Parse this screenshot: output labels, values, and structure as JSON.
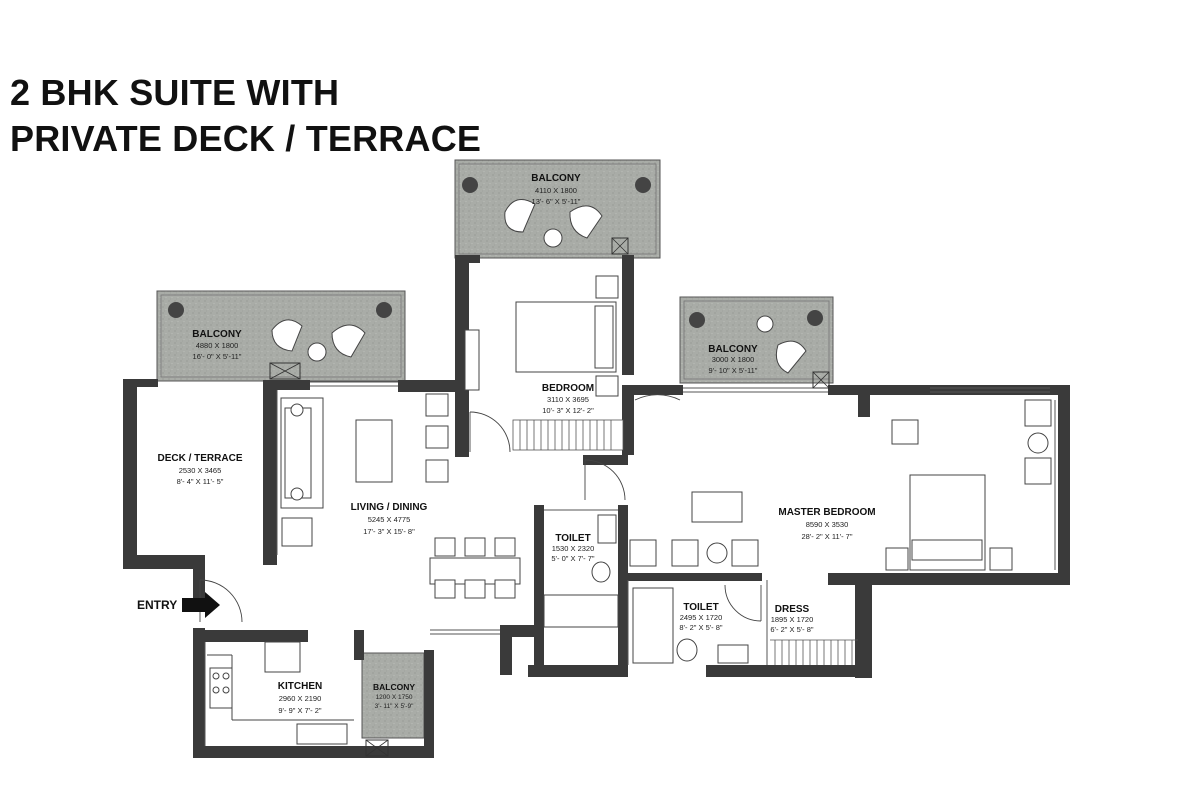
{
  "title": {
    "line1": "2 BHK SUITE WITH",
    "line2": "PRIVATE DECK / TERRACE"
  },
  "colors": {
    "wall": "#3a3a3a",
    "balcony_fill": "#a8aba6",
    "furniture_stroke": "#444444",
    "background": "#ffffff"
  },
  "rooms": {
    "balcony_top": {
      "name": "BALCONY",
      "mm": "4110 X 1800",
      "ft": "13'- 6\" X 5'-11\""
    },
    "balcony_left": {
      "name": "BALCONY",
      "mm": "4880 X 1800",
      "ft": "16'- 0\" X 5'-11\""
    },
    "balcony_right": {
      "name": "BALCONY",
      "mm": "3000 X 1800",
      "ft": "9'- 10\" X 5'-11\""
    },
    "bedroom": {
      "name": "BEDROOM",
      "mm": "3110 X 3695",
      "ft": "10'- 3\" X 12'- 2\""
    },
    "deck": {
      "name": "DECK / TERRACE",
      "mm": "2530 X 3465",
      "ft": "8'- 4\" X 11'- 5\""
    },
    "living": {
      "name": "LIVING / DINING",
      "mm": "5245 X 4775",
      "ft": "17'- 3\" X 15'- 8\""
    },
    "master": {
      "name": "MASTER BEDROOM",
      "mm": "8590 X 3530",
      "ft": "28'- 2\" X 11'- 7\""
    },
    "toilet1": {
      "name": "TOILET",
      "mm": "1530 X 2320",
      "ft": "5'- 0\" X 7'- 7\""
    },
    "toilet2": {
      "name": "TOILET",
      "mm": "2495 X 1720",
      "ft": "8'- 2\" X 5'- 8\""
    },
    "dress": {
      "name": "DRESS",
      "mm": "1895 X 1720",
      "ft": "6'- 2\" X 5'- 8\""
    },
    "kitchen": {
      "name": "KITCHEN",
      "mm": "2960 X 2190",
      "ft": "9'- 9\" X 7'- 2\""
    },
    "balcony_small": {
      "name": "BALCONY",
      "mm": "1200 X 1750",
      "ft": "3'- 11\" X 5'-9\""
    }
  },
  "entry": {
    "label": "ENTRY"
  }
}
